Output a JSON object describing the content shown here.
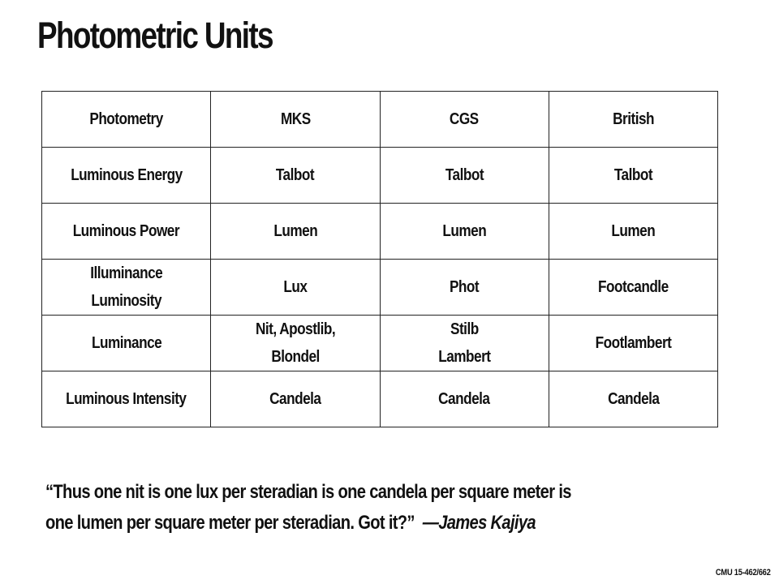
{
  "slide": {
    "title": "Photometric Units",
    "table": {
      "headers": [
        "Photometry",
        "MKS",
        "CGS",
        "British"
      ],
      "rows": [
        [
          "Luminous Energy",
          "Talbot",
          "Talbot",
          "Talbot"
        ],
        [
          "Luminous Power",
          "Lumen",
          "Lumen",
          "Lumen"
        ],
        [
          "Illuminance\nLuminosity",
          "Lux",
          "Phot",
          "Footcandle"
        ],
        [
          "Luminance",
          "Nit, Apostlib,\nBlondel",
          "Stilb\nLambert",
          "Footlambert"
        ],
        [
          "Luminous Intensity",
          "Candela",
          "Candela",
          "Candela"
        ]
      ]
    },
    "quote": {
      "line1": "“Thus one nit is one lux per steradian is one candela per square meter is",
      "line2": "one lumen per square meter per steradian. Got it?”",
      "author": "—James Kajiya"
    },
    "footer": "CMU 15-462/662"
  }
}
